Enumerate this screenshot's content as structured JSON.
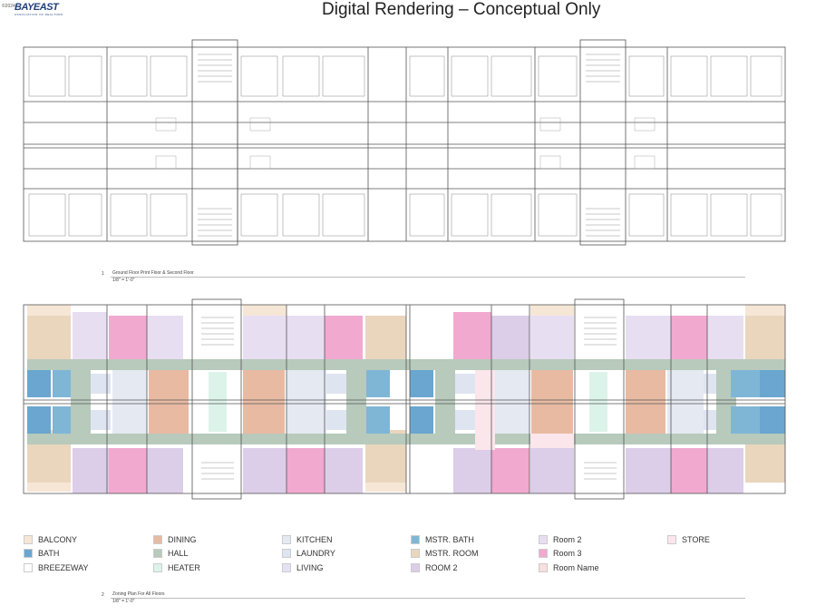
{
  "header": {
    "watermark": "©2024",
    "logo": "BAYEAST",
    "logo_sub": "ASSOCIATION OF REALTORS",
    "title": "Digital Rendering – Conceptual Only"
  },
  "captions": {
    "plan1_num": "1",
    "plan1_title": "Ground Floor Print Floor & Second Floor",
    "plan1_scale": "1/8\" = 1'-0\"",
    "plan2_num": "2",
    "plan2_title": "Zoning Plan For All Floors",
    "plan2_scale": "1/8\" = 1'-0\""
  },
  "colors": {
    "balcony": "#f6e6d6",
    "bath": "#6aa6cf",
    "breezeway": "#ffffff",
    "dining": "#e8baa2",
    "hall": "#b7cabc",
    "heater": "#dcf3ea",
    "kitchen": "#e4e9f2",
    "laundry": "#dfe4f1",
    "living": "#e5e1f4",
    "mstr_bath": "#7fb6d6",
    "mstr_room": "#e9d6bd",
    "room2_upper": "#e8def2",
    "room2_lower": "#dccde8",
    "room3": "#f1a9cf",
    "room_name": "#f8dede",
    "store": "#fbe6ec"
  },
  "legend": [
    {
      "key": "balcony",
      "label": "BALCONY"
    },
    {
      "key": "bath",
      "label": "BATH"
    },
    {
      "key": "breezeway",
      "label": "BREEZEWAY"
    },
    {
      "key": "dining",
      "label": "DINING"
    },
    {
      "key": "hall",
      "label": "HALL"
    },
    {
      "key": "heater",
      "label": "HEATER"
    },
    {
      "key": "kitchen",
      "label": "KITCHEN"
    },
    {
      "key": "laundry",
      "label": "LAUNDRY"
    },
    {
      "key": "living",
      "label": "LIVING"
    },
    {
      "key": "mstr_bath",
      "label": "MSTR. BATH"
    },
    {
      "key": "mstr_room",
      "label": "MSTR. ROOM"
    },
    {
      "key": "room2_lower",
      "label": "ROOM 2"
    },
    {
      "key": "room2_upper",
      "label": "Room 2"
    },
    {
      "key": "room3",
      "label": "Room 3"
    },
    {
      "key": "room_name",
      "label": "Room Name"
    },
    {
      "key": "store",
      "label": "STORE"
    }
  ]
}
